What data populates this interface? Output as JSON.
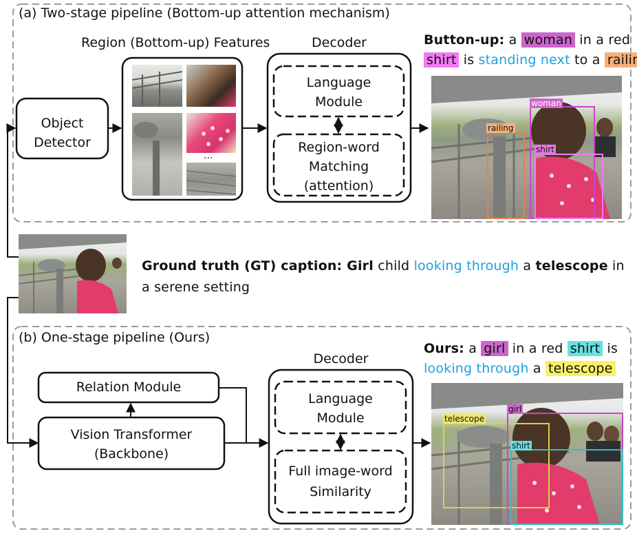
{
  "panel_a": {
    "title": "(a) Two-stage pipeline (Bottom-up attention mechanism)",
    "object_detector": "Object\nDetector",
    "region_features_title": "Region (Bottom-up) Features",
    "ellipsis": "...",
    "decoder_title": "Decoder",
    "language_module": "Language\nModule",
    "region_word_matching": "Region-word\nMatching\n(attention)",
    "caption": {
      "line1": [
        {
          "text": "Button-up:",
          "style": "bold"
        },
        {
          "text": " a ",
          "style": "plain"
        },
        {
          "text": "woman",
          "style": "hl-magenta"
        },
        {
          "text": " in a red",
          "style": "plain"
        }
      ],
      "line2": [
        {
          "text": "shirt",
          "style": "hl-pink"
        },
        {
          "text": " is ",
          "style": "plain"
        },
        {
          "text": "standing next",
          "style": "blue"
        },
        {
          "text": " to a ",
          "style": "plain"
        },
        {
          "text": "railing",
          "style": "hl-orange"
        }
      ]
    },
    "boxes": [
      "woman",
      "railing",
      "shirt"
    ]
  },
  "gt": {
    "line1": [
      {
        "text": "Ground truth (GT) caption: ",
        "style": "bold"
      },
      {
        "text": "Girl",
        "style": "bold"
      },
      {
        "text": " child ",
        "style": "plain"
      },
      {
        "text": "looking through",
        "style": "blue"
      },
      {
        "text": " a ",
        "style": "plain"
      },
      {
        "text": "telescope",
        "style": "bold"
      },
      {
        "text": " in",
        "style": "plain"
      }
    ],
    "line2": [
      {
        "text": "a serene setting",
        "style": "plain"
      }
    ]
  },
  "panel_b": {
    "title": "(b) One-stage pipeline (Ours)",
    "relation_module": "Relation Module",
    "vision_transformer": "Vision Transformer\n(Backbone)",
    "decoder_title": "Decoder",
    "language_module": "Language\nModule",
    "full_image_word": "Full image-word\nSimilarity",
    "caption": {
      "line1": [
        {
          "text": "Ours:",
          "style": "bold"
        },
        {
          "text": " a ",
          "style": "plain"
        },
        {
          "text": "girl",
          "style": "hl-magenta"
        },
        {
          "text": " in a red ",
          "style": "plain"
        },
        {
          "text": "shirt",
          "style": "hl-cyan"
        },
        {
          "text": " is",
          "style": "plain"
        }
      ],
      "line2": [
        {
          "text": "looking through",
          "style": "blue"
        },
        {
          "text": " a ",
          "style": "plain"
        },
        {
          "text": "telescope",
          "style": "hl-yellow"
        }
      ]
    },
    "boxes": [
      "telescope",
      "girl",
      "shirt"
    ]
  },
  "colors": {
    "hl-magenta": "#cc66cc",
    "hl-pink": "#f27af2",
    "hl-orange": "#f7b07a",
    "hl-cyan": "#66e0e0",
    "hl-yellow": "#f7f26a",
    "blue_text": "#1aa2e0",
    "dash_border": "#9a9a9a"
  }
}
